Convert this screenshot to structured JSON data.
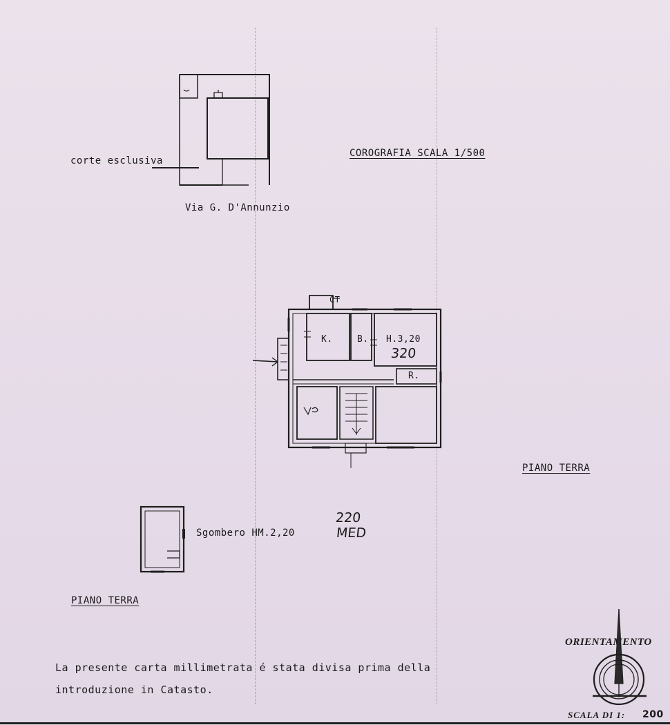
{
  "corografia": {
    "label_court": "corte esclusiva",
    "title": "COROGRAFIA SCALA 1/500",
    "street": "Via G. D'Annunzio"
  },
  "main_plan": {
    "room_k": "K.",
    "room_b": "B.",
    "height_label": "H.3,20",
    "height_handwritten": "320",
    "room_r": "R.",
    "mark_ct": "CT",
    "floor_label": "PIANO TERRA"
  },
  "storage": {
    "label": "Sgombero HM.2,20",
    "hand_value": "220",
    "hand_note": "MED",
    "floor_label": "PIANO TERRA"
  },
  "notes": {
    "line1": "La presente carta millimetrata é stata divisa prima della",
    "line2": "introduzione in Catasto."
  },
  "orientation": {
    "label": "ORIENTAMENTO"
  },
  "scale": {
    "label": "SCALA DI 1:",
    "value": "200"
  }
}
